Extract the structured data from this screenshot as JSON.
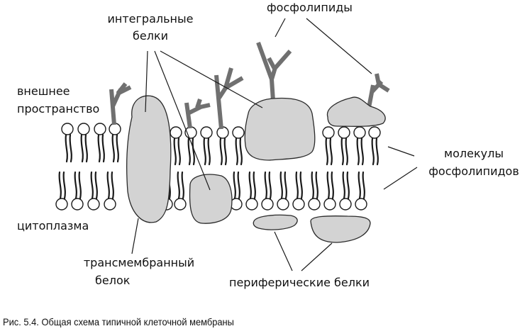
{
  "labels": {
    "integral_proteins_line1": "интегральные",
    "integral_proteins_line2": "белки",
    "phospholipids": "фосфолипиды",
    "external_space_line1": "внешнее",
    "external_space_line2": "пространство",
    "cytoplasm": "цитоплазма",
    "phospholipid_molecules_line1": "молекулы",
    "phospholipid_molecules_line2": "фосфолипидов",
    "transmembrane_protein_line1": "трансмембранный",
    "transmembrane_protein_line2": "белок",
    "peripheral_proteins": "периферические белки"
  },
  "caption": "Рис. 5.4. Общая схема типичной клеточной мембраны",
  "colors": {
    "protein_fill": "#d3d3d3",
    "carbohydrate_chain": "#707070",
    "outline": "#1a1a1a"
  }
}
